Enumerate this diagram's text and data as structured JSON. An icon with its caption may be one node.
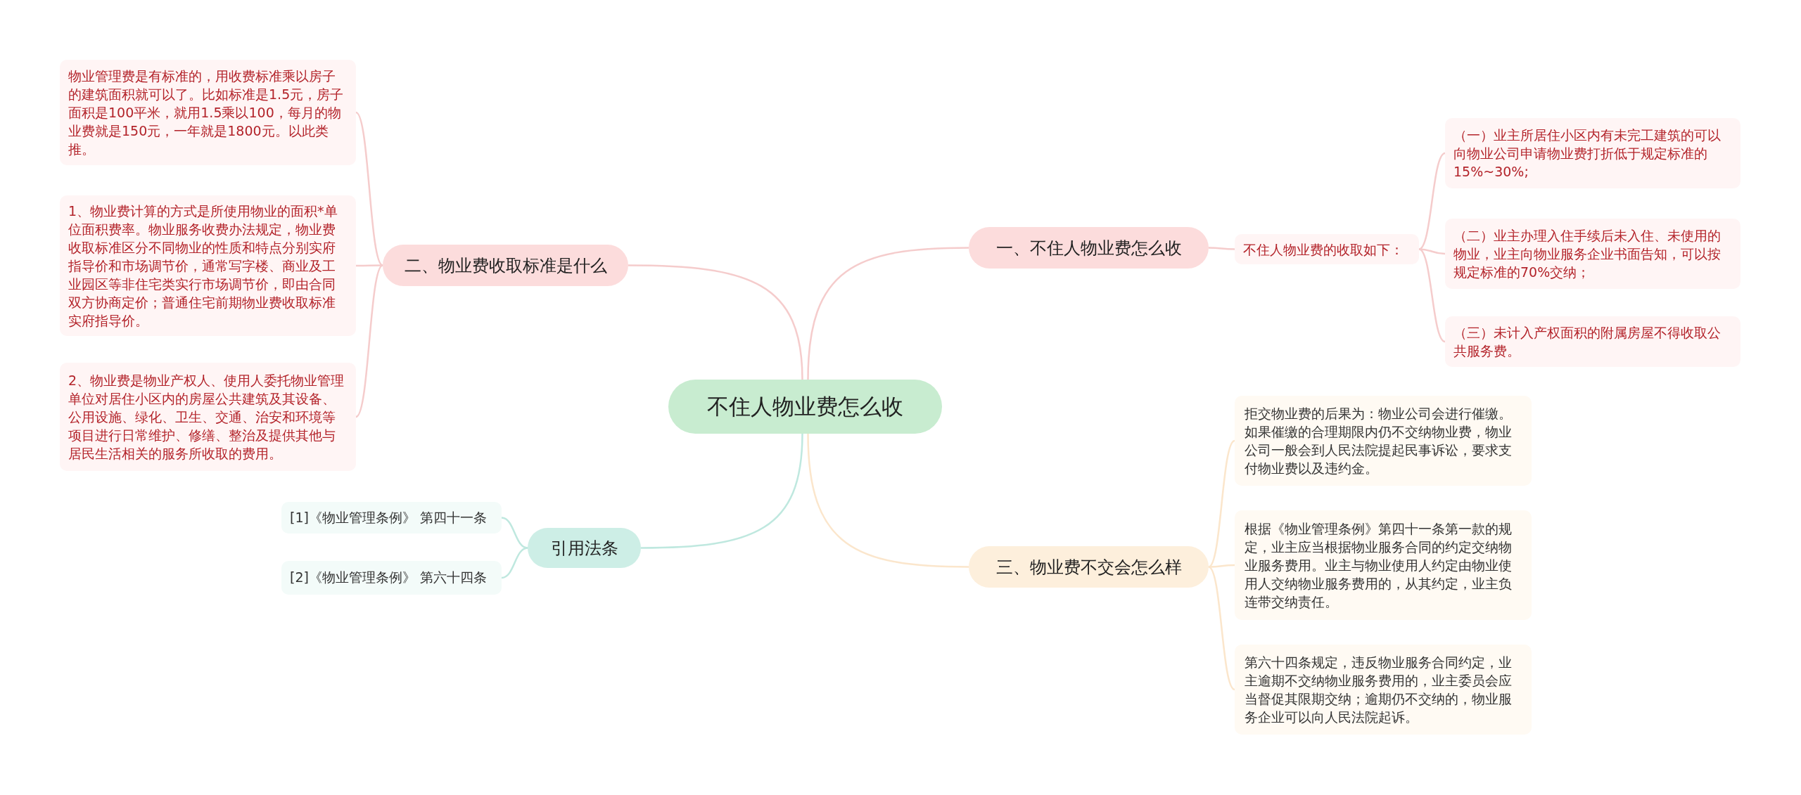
{
  "diagram": {
    "nodes": [
      {
        "text": [
          "不住人物业费怎么收"
        ]
      },
      {
        "text": [
          "一、不住人物业费怎么收"
        ]
      },
      {
        "text": [
          "不住人物业费的收取如下："
        ]
      },
      {
        "text": [
          "（一）业主所居住小区内有未完工建筑的可以向物业公司申请物业费打折低于规定标准的15%~30%;"
        ]
      },
      {
        "text": [
          "（二）业主办理入住手续后未入住、未使用的物业，业主向物业服务企业书面告知，可以按规定标准的70%交纳；"
        ]
      },
      {
        "text": [
          "（三）未计入产权面积的附属房屋不得收取公共服务费。"
        ]
      },
      {
        "text": [
          "二、物业费收取标准是什么"
        ]
      },
      {
        "text": [
          "物业管理费是有标准的，用收费标准乘以房子的建筑面积就可以了。比如标准是1.5元，房子面积是100平米，就用1.5乘以100，每月的物业费就是150元，一年就是1800元。以此类推。"
        ]
      },
      {
        "text": [
          "1、物业费计算的方式是所使用物业的面积*单位面积费率。物业服务收费办法规定，物业费收取标准区分不同物业的性质和特点分别实府指导价和市场调节价，通常写字楼、商业及工业园区等非住宅类实行市场调节价，即由合同双方协商定价；普通住宅前期物业费收取标准实府指导价。"
        ]
      },
      {
        "text": [
          "2、物业费是物业产权人、使用人委托物业管理单位对居住小区内的房屋公共建筑及其设备、公用设施、绿化、卫生、交通、治安和环境等项目进行日常维护、修缮、整治及提供其他与居民生活相关的服务所收取的费用。"
        ]
      },
      {
        "text": [
          "引用法条"
        ]
      },
      {
        "text": [
          "[1]《物业管理条例》 第四十一条"
        ]
      },
      {
        "text": [
          "[2]《物业管理条例》 第六十四条"
        ]
      },
      {
        "text": [
          "三、物业费不交会怎么样"
        ]
      },
      {
        "text": [
          "拒交物业费的后果为：物业公司会进行催缴。如果催缴的合理期限内仍不交纳物业费，物业公司一般会到人民法院提起民事诉讼，要求支付物业费以及违约金。"
        ]
      },
      {
        "text": [
          "根据《物业管理条例》第四十一条第一款的规定，业主应当根据物业服务合同的约定交纳物业服务费用。业主与物业使用人约定由物业使用人交纳物业服务费用的，从其约定，业主负连带交纳责任。"
        ]
      },
      {
        "text": [
          "第六十四条规定，违反物业服务合同约定，业主逾期不交纳物业服务费用的，业主委员会应当督促其限期交纳；逾期仍不交纳的，物业服务企业可以向人民法院起诉。"
        ]
      }
    ],
    "edges": [
      {
        "from": 0,
        "to": 1,
        "arrow": "none"
      },
      {
        "from": 1,
        "to": 2,
        "arrow": "none"
      },
      {
        "from": 2,
        "to": 3,
        "arrow": "none"
      },
      {
        "from": 2,
        "to": 4,
        "arrow": "none"
      },
      {
        "from": 2,
        "to": 5,
        "arrow": "none"
      },
      {
        "from": 0,
        "to": 6,
        "arrow": "none"
      },
      {
        "from": 6,
        "to": 7,
        "arrow": "none"
      },
      {
        "from": 6,
        "to": 8,
        "arrow": "none"
      },
      {
        "from": 6,
        "to": 9,
        "arrow": "none"
      },
      {
        "from": 0,
        "to": 10,
        "arrow": "none",
        "color": "#bfe8df"
      },
      {
        "from": 10,
        "to": 11,
        "arrow": "none",
        "color": "#bfe8df"
      },
      {
        "from": 10,
        "to": 12,
        "arrow": "none",
        "color": "#bfe8df"
      },
      {
        "from": 0,
        "to": 13,
        "arrow": "none",
        "color": "#fbe6cc"
      },
      {
        "from": 13,
        "to": 14,
        "arrow": "none",
        "color": "#fbe6cc"
      },
      {
        "from": 13,
        "to": 15,
        "arrow": "none",
        "color": "#fbe6cc"
      },
      {
        "from": 13,
        "to": 16,
        "arrow": "none",
        "color": "#fbe6cc"
      }
    ]
  }
}
